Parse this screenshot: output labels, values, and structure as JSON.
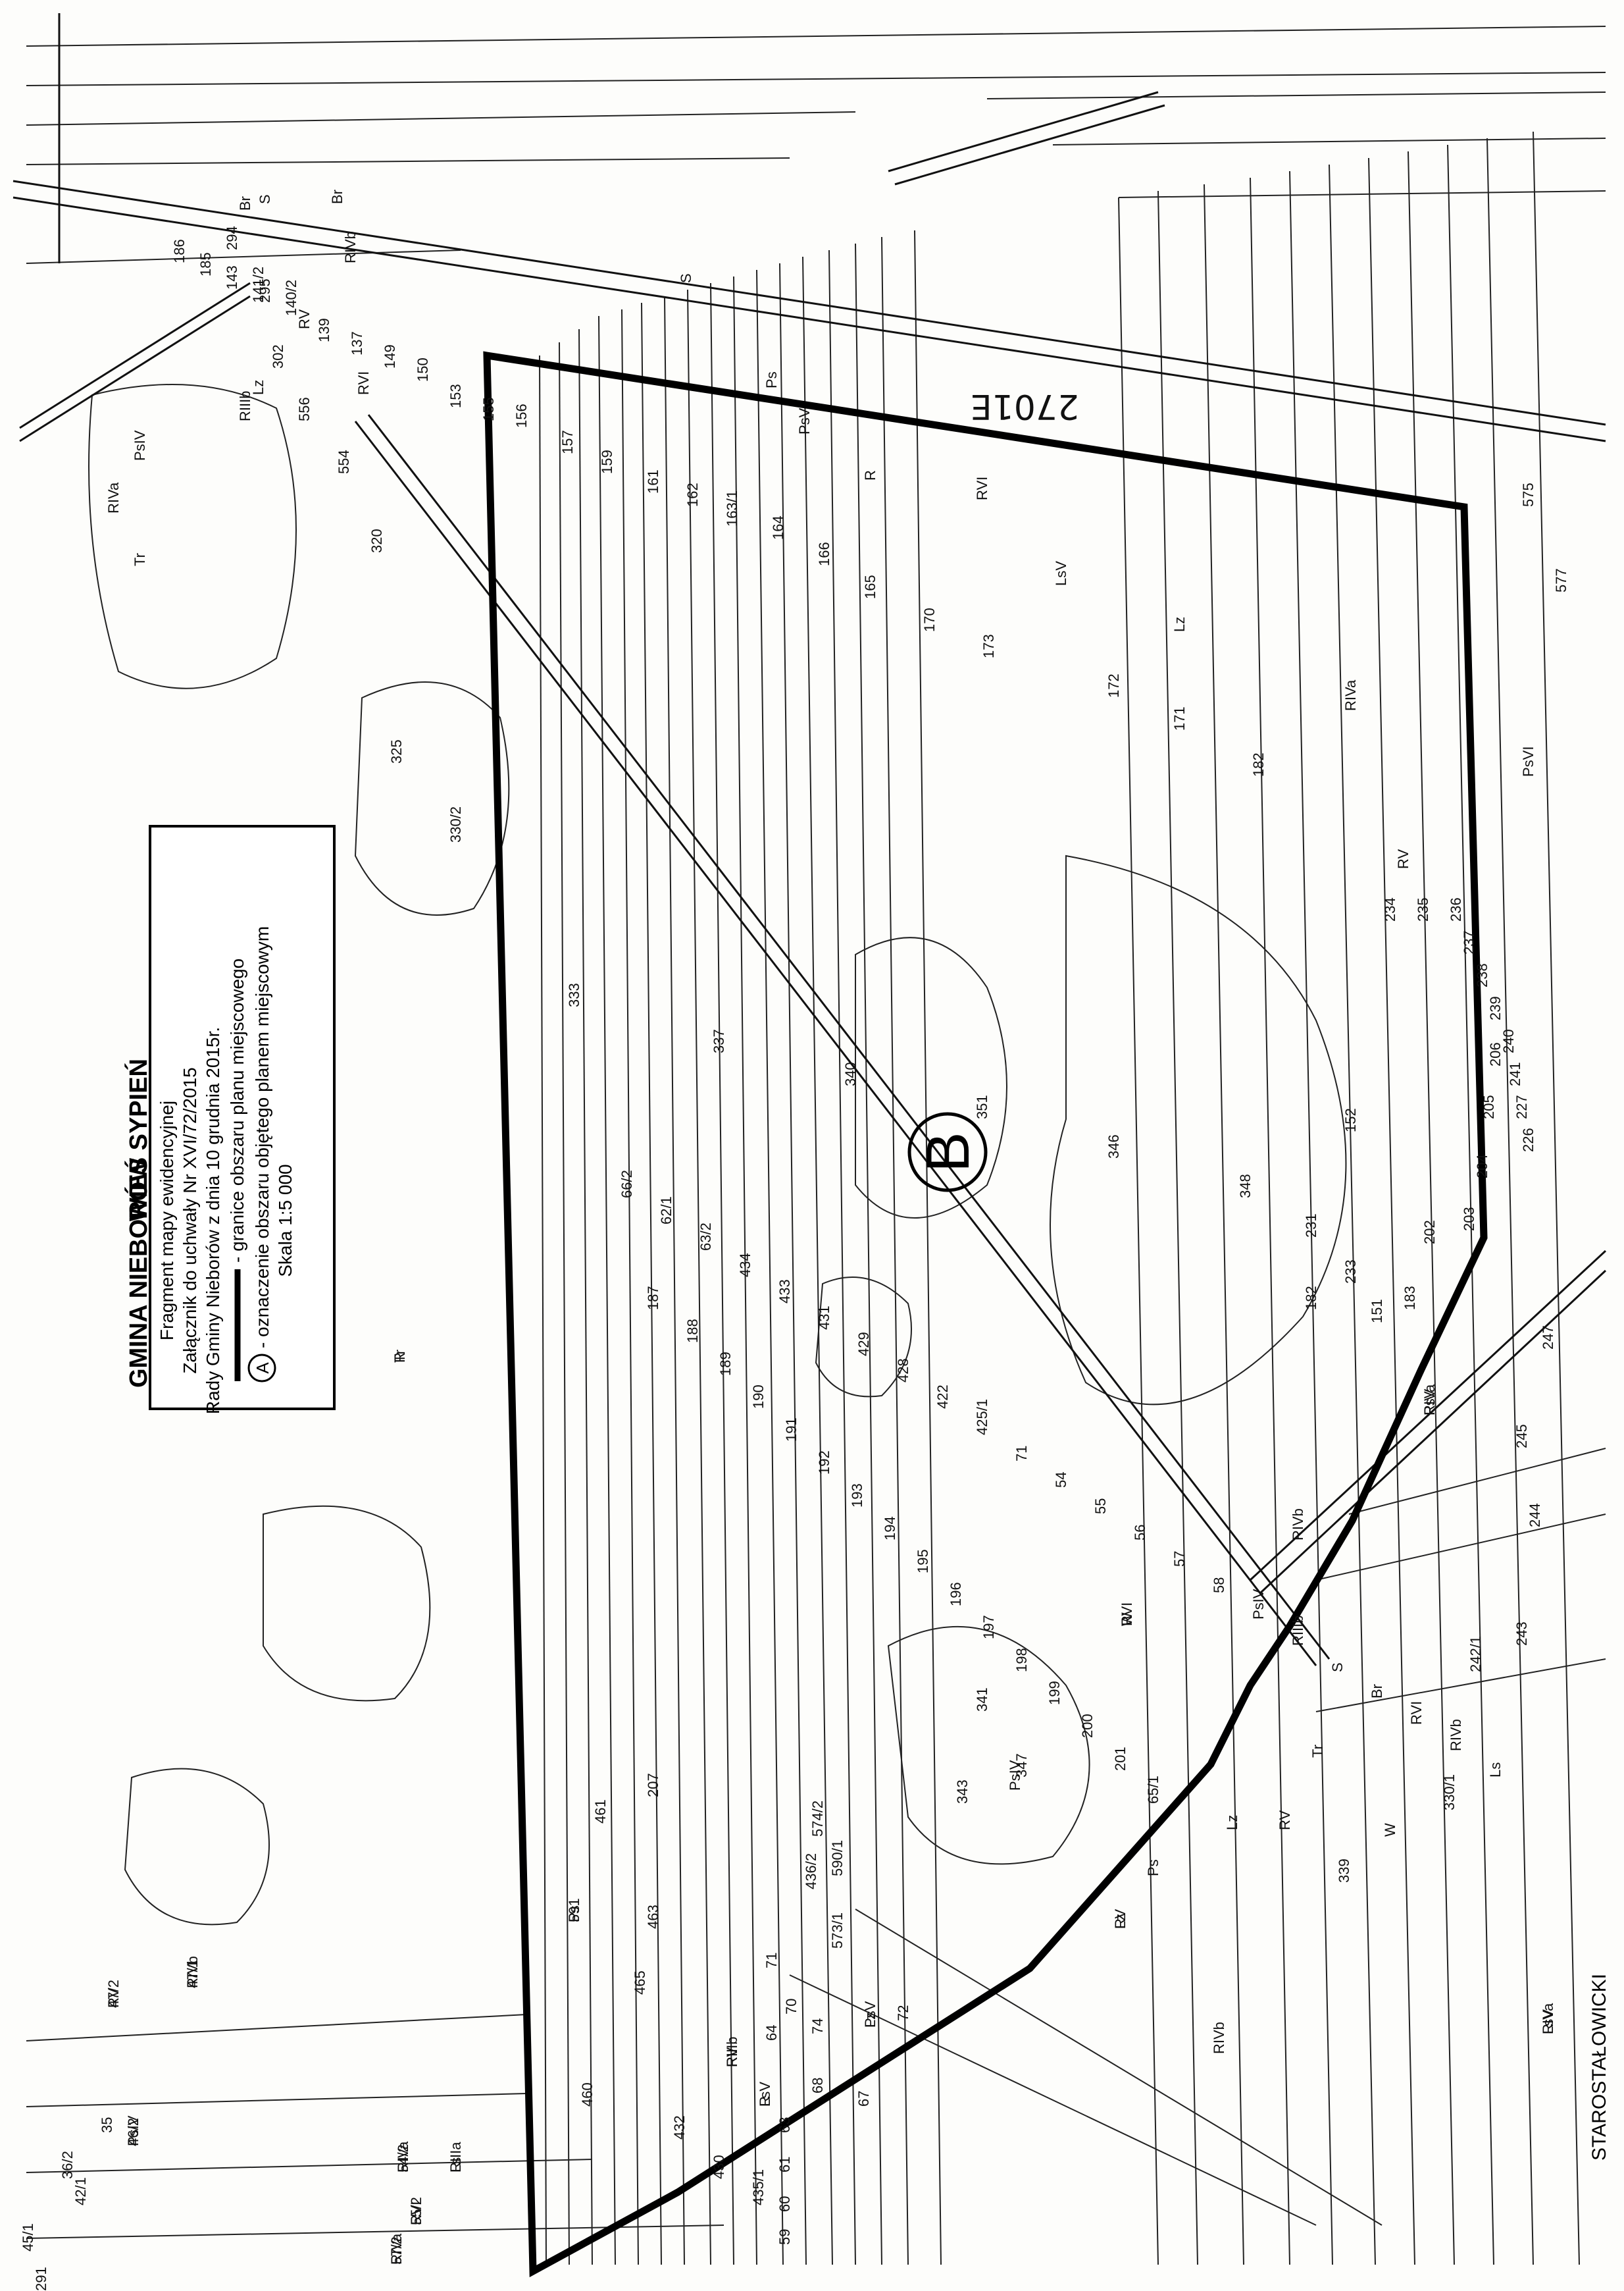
{
  "legend": {
    "municipality": "GMINA NIEBORÓW",
    "village": "WIEŚ SYPIEŃ",
    "line1": "Fragment mapy ewidencyjnej",
    "line2": "Załącznik do uchwały Nr XVI/72/2015",
    "line3": "Rady Gminy Nieborów z dnia 10 grudnia 2015r.",
    "line4": "- granice obszaru planu miejscowego",
    "line5": "- oznaczenie obszaru objętego planem miejscowym",
    "scale": "Skala 1:5 000",
    "symbol_letter": "A"
  },
  "zone": {
    "letter": "B"
  },
  "road": {
    "number": "2701E"
  },
  "neighbour": {
    "label": "STAROSTAŁOWICKI"
  },
  "parcels": [
    {
      "id": "p1",
      "text": "RIVa"
    },
    {
      "id": "p2",
      "text": "RV"
    },
    {
      "id": "p3",
      "text": "Lz"
    },
    {
      "id": "p4",
      "text": "RIIIb"
    },
    {
      "id": "p5",
      "text": "PsV"
    },
    {
      "id": "p6",
      "text": "591"
    },
    {
      "id": "p7",
      "text": "R"
    },
    {
      "id": "p8",
      "text": "RVI"
    },
    {
      "id": "p9",
      "text": "LsV"
    },
    {
      "id": "p10",
      "text": "Ls"
    },
    {
      "id": "p11",
      "text": "47/1"
    },
    {
      "id": "p12",
      "text": "47/2"
    },
    {
      "id": "p13",
      "text": "46/2"
    },
    {
      "id": "p14",
      "text": "54/2"
    },
    {
      "id": "p15",
      "text": "55/2"
    },
    {
      "id": "p16",
      "text": "57/2"
    },
    {
      "id": "p17",
      "text": "Br"
    },
    {
      "id": "p18",
      "text": "S"
    },
    {
      "id": "p19",
      "text": "RIVb"
    },
    {
      "id": "p20",
      "text": "PsIV"
    },
    {
      "id": "p21",
      "text": "Ps"
    },
    {
      "id": "p22",
      "text": "343"
    },
    {
      "id": "p23",
      "text": "347"
    },
    {
      "id": "p24",
      "text": "341"
    },
    {
      "id": "p25",
      "text": "339"
    },
    {
      "id": "p26",
      "text": "330/1"
    },
    {
      "id": "p27",
      "text": "242/1"
    },
    {
      "id": "p28",
      "text": "243"
    },
    {
      "id": "p29",
      "text": "244"
    },
    {
      "id": "p30",
      "text": "245"
    },
    {
      "id": "p31",
      "text": "247"
    },
    {
      "id": "p32",
      "text": "Tr"
    },
    {
      "id": "p33",
      "text": "W"
    },
    {
      "id": "p34",
      "text": "151"
    },
    {
      "id": "p35",
      "text": "152"
    },
    {
      "id": "p36",
      "text": "59"
    },
    {
      "id": "p37",
      "text": "60"
    },
    {
      "id": "p38",
      "text": "61"
    },
    {
      "id": "p39",
      "text": "63"
    },
    {
      "id": "p40",
      "text": "64"
    },
    {
      "id": "p41",
      "text": "67"
    },
    {
      "id": "p42",
      "text": "68"
    },
    {
      "id": "p43",
      "text": "70"
    },
    {
      "id": "p44",
      "text": "71"
    },
    {
      "id": "p45",
      "text": "72"
    },
    {
      "id": "p46",
      "text": "74"
    },
    {
      "id": "p47",
      "text": "Lz"
    },
    {
      "id": "p48",
      "text": "RV"
    },
    {
      "id": "p49",
      "text": "RIVb"
    },
    {
      "id": "p50",
      "text": "182"
    },
    {
      "id": "p51",
      "text": "183"
    },
    {
      "id": "p52",
      "text": "202"
    },
    {
      "id": "p53",
      "text": "203"
    },
    {
      "id": "p54",
      "text": "204"
    },
    {
      "id": "p55",
      "text": "205"
    },
    {
      "id": "p56",
      "text": "206"
    },
    {
      "id": "p57",
      "text": "207"
    },
    {
      "id": "p58",
      "text": "461"
    },
    {
      "id": "p59",
      "text": "463"
    },
    {
      "id": "p60",
      "text": "465"
    },
    {
      "id": "p61",
      "text": "460"
    },
    {
      "id": "p62",
      "text": "432"
    },
    {
      "id": "p63",
      "text": "430"
    },
    {
      "id": "p64",
      "text": "435/1"
    },
    {
      "id": "p65",
      "text": "436/2"
    },
    {
      "id": "p66",
      "text": "573/1"
    },
    {
      "id": "p67",
      "text": "590/1"
    },
    {
      "id": "p68",
      "text": "574/2"
    },
    {
      "id": "p69",
      "text": "575"
    },
    {
      "id": "p70",
      "text": "577"
    },
    {
      "id": "p71",
      "text": "PsVI"
    },
    {
      "id": "p72",
      "text": "RV"
    },
    {
      "id": "p73",
      "text": "RIVa"
    },
    {
      "id": "p74",
      "text": "Lz"
    },
    {
      "id": "p75",
      "text": "LsV"
    },
    {
      "id": "p76",
      "text": "RVI"
    },
    {
      "id": "p77",
      "text": "R"
    },
    {
      "id": "p78",
      "text": "Ps"
    },
    {
      "id": "p79",
      "text": "PsV"
    },
    {
      "id": "p80",
      "text": "S"
    },
    {
      "id": "p81",
      "text": "Br"
    },
    {
      "id": "p82",
      "text": "RIVb"
    },
    {
      "id": "p83",
      "text": "RV"
    },
    {
      "id": "p84",
      "text": "RVI"
    },
    {
      "id": "p85",
      "text": "Lz"
    },
    {
      "id": "p86",
      "text": "RIIIb"
    },
    {
      "id": "p87",
      "text": "PsIV"
    },
    {
      "id": "p88",
      "text": "RIVa"
    },
    {
      "id": "p89",
      "text": "Tr"
    },
    {
      "id": "p90",
      "text": "35"
    },
    {
      "id": "p91",
      "text": "36/2"
    },
    {
      "id": "p92",
      "text": "42/1"
    },
    {
      "id": "p93",
      "text": "45/1"
    },
    {
      "id": "p94",
      "text": "291"
    },
    {
      "id": "p95",
      "text": "294"
    },
    {
      "id": "p96",
      "text": "295"
    },
    {
      "id": "p97",
      "text": "302"
    },
    {
      "id": "p98",
      "text": "556"
    },
    {
      "id": "p99",
      "text": "554"
    },
    {
      "id": "p100",
      "text": "320"
    },
    {
      "id": "p101",
      "text": "325"
    },
    {
      "id": "p102",
      "text": "330/2"
    },
    {
      "id": "p103",
      "text": "333"
    },
    {
      "id": "p104",
      "text": "337"
    },
    {
      "id": "p105",
      "text": "340"
    },
    {
      "id": "p106",
      "text": "351"
    },
    {
      "id": "p107",
      "text": "346"
    },
    {
      "id": "p108",
      "text": "348"
    },
    {
      "id": "p109",
      "text": "231"
    },
    {
      "id": "p110",
      "text": "233"
    },
    {
      "id": "p111",
      "text": "234"
    },
    {
      "id": "p112",
      "text": "235"
    },
    {
      "id": "p113",
      "text": "236"
    },
    {
      "id": "p114",
      "text": "237"
    },
    {
      "id": "p115",
      "text": "238"
    },
    {
      "id": "p116",
      "text": "239"
    },
    {
      "id": "p117",
      "text": "240"
    },
    {
      "id": "p118",
      "text": "241"
    },
    {
      "id": "p119",
      "text": "227"
    },
    {
      "id": "p120",
      "text": "226"
    },
    {
      "id": "p121",
      "text": "182"
    },
    {
      "id": "p122",
      "text": "171"
    },
    {
      "id": "p123",
      "text": "172"
    },
    {
      "id": "p124",
      "text": "173"
    },
    {
      "id": "p125",
      "text": "170"
    },
    {
      "id": "p126",
      "text": "165"
    },
    {
      "id": "p127",
      "text": "166"
    },
    {
      "id": "p128",
      "text": "164"
    },
    {
      "id": "p129",
      "text": "163/1"
    },
    {
      "id": "p130",
      "text": "162"
    },
    {
      "id": "p131",
      "text": "161"
    },
    {
      "id": "p132",
      "text": "159"
    },
    {
      "id": "p133",
      "text": "157"
    },
    {
      "id": "p134",
      "text": "156"
    },
    {
      "id": "p135",
      "text": "155"
    },
    {
      "id": "p136",
      "text": "153"
    },
    {
      "id": "p137",
      "text": "150"
    },
    {
      "id": "p138",
      "text": "149"
    },
    {
      "id": "p139",
      "text": "137"
    },
    {
      "id": "p140",
      "text": "139"
    },
    {
      "id": "p141",
      "text": "140/2"
    },
    {
      "id": "p142",
      "text": "141/2"
    },
    {
      "id": "p143",
      "text": "143"
    },
    {
      "id": "p144",
      "text": "185"
    },
    {
      "id": "p145",
      "text": "186"
    },
    {
      "id": "p146",
      "text": "187"
    },
    {
      "id": "p147",
      "text": "188"
    },
    {
      "id": "p148",
      "text": "189"
    },
    {
      "id": "p149",
      "text": "190"
    },
    {
      "id": "p150",
      "text": "191"
    },
    {
      "id": "p151",
      "text": "192"
    },
    {
      "id": "p152",
      "text": "193"
    },
    {
      "id": "p153",
      "text": "194"
    },
    {
      "id": "p154",
      "text": "195"
    },
    {
      "id": "p155",
      "text": "196"
    },
    {
      "id": "p156",
      "text": "197"
    },
    {
      "id": "p157",
      "text": "198"
    },
    {
      "id": "p158",
      "text": "199"
    },
    {
      "id": "p159",
      "text": "200"
    },
    {
      "id": "p160",
      "text": "201"
    },
    {
      "id": "p161",
      "text": "65/1"
    },
    {
      "id": "p162",
      "text": "66/2"
    },
    {
      "id": "p163",
      "text": "62/1"
    },
    {
      "id": "p164",
      "text": "63/2"
    },
    {
      "id": "p165",
      "text": "434"
    },
    {
      "id": "p166",
      "text": "433"
    },
    {
      "id": "p167",
      "text": "431"
    },
    {
      "id": "p168",
      "text": "429"
    },
    {
      "id": "p169",
      "text": "428"
    },
    {
      "id": "p170",
      "text": "422"
    },
    {
      "id": "p171",
      "text": "425/1"
    },
    {
      "id": "p172",
      "text": "71"
    },
    {
      "id": "p173",
      "text": "54"
    },
    {
      "id": "p174",
      "text": "55"
    },
    {
      "id": "p175",
      "text": "56"
    },
    {
      "id": "p176",
      "text": "57"
    },
    {
      "id": "p177",
      "text": "58"
    },
    {
      "id": "p178",
      "text": "PsIV"
    },
    {
      "id": "p179",
      "text": "RIIIb"
    },
    {
      "id": "p180",
      "text": "S"
    },
    {
      "id": "p181",
      "text": "Br"
    },
    {
      "id": "p182",
      "text": "RVI"
    },
    {
      "id": "p183",
      "text": "RIVb"
    },
    {
      "id": "p184",
      "text": "Ls"
    },
    {
      "id": "p185",
      "text": "LsV"
    },
    {
      "id": "p186",
      "text": "Lz"
    },
    {
      "id": "p187",
      "text": "PsV"
    },
    {
      "id": "p188",
      "text": "RV"
    },
    {
      "id": "p189",
      "text": "RIVa"
    },
    {
      "id": "p190",
      "text": "Ps"
    },
    {
      "id": "p191",
      "text": "Tr"
    },
    {
      "id": "p192",
      "text": "W"
    },
    {
      "id": "p193",
      "text": "R"
    },
    {
      "id": "p194",
      "text": "RIIIa"
    },
    {
      "id": "p195",
      "text": "RIVb"
    },
    {
      "id": "p196",
      "text": "RV"
    },
    {
      "id": "p197",
      "text": "PsIV"
    },
    {
      "id": "p198",
      "text": "RIVa"
    },
    {
      "id": "p199",
      "text": "RVI"
    },
    {
      "id": "p200",
      "text": "RIVa"
    }
  ]
}
